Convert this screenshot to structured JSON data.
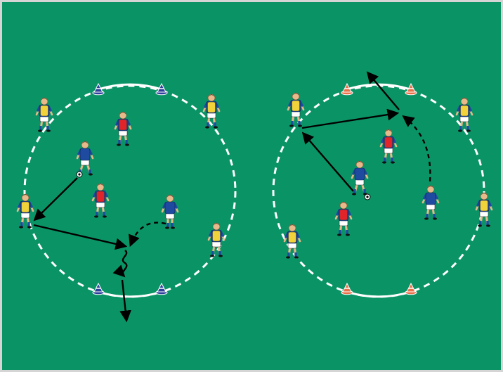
{
  "colors": {
    "pitch": "#0a9466",
    "border": "#cfcfcf",
    "line": "#ffffff",
    "arrow": "#000000",
    "team_blue": "#1e4aa0",
    "bib_red": "#e0242a",
    "bib_yellow": "#f1d23a",
    "shorts": "#ffffff",
    "skin": "#e8b98a",
    "hair": "#2a1a10",
    "cone_blue": "#2d3f9a",
    "cone_orange": "#e8714a"
  },
  "icons": {
    "player": "soccer-player-icon",
    "ball": "soccer-ball-icon",
    "cone": "training-cone-icon"
  },
  "drills": [
    {
      "name": "left",
      "cone_color": "cone_blue",
      "players": [
        {
          "bib": "yellow"
        },
        {
          "bib": "yellow"
        },
        {
          "bib": "yellow"
        },
        {
          "bib": "yellow"
        },
        {
          "bib": "red"
        },
        {
          "bib": "red"
        },
        {
          "bib": "blue",
          "ball": true
        },
        {
          "bib": "blue"
        }
      ]
    },
    {
      "name": "right",
      "cone_color": "cone_orange",
      "players": [
        {
          "bib": "yellow"
        },
        {
          "bib": "yellow"
        },
        {
          "bib": "yellow"
        },
        {
          "bib": "yellow"
        },
        {
          "bib": "red"
        },
        {
          "bib": "red"
        },
        {
          "bib": "blue",
          "ball": true
        },
        {
          "bib": "blue"
        }
      ]
    }
  ]
}
